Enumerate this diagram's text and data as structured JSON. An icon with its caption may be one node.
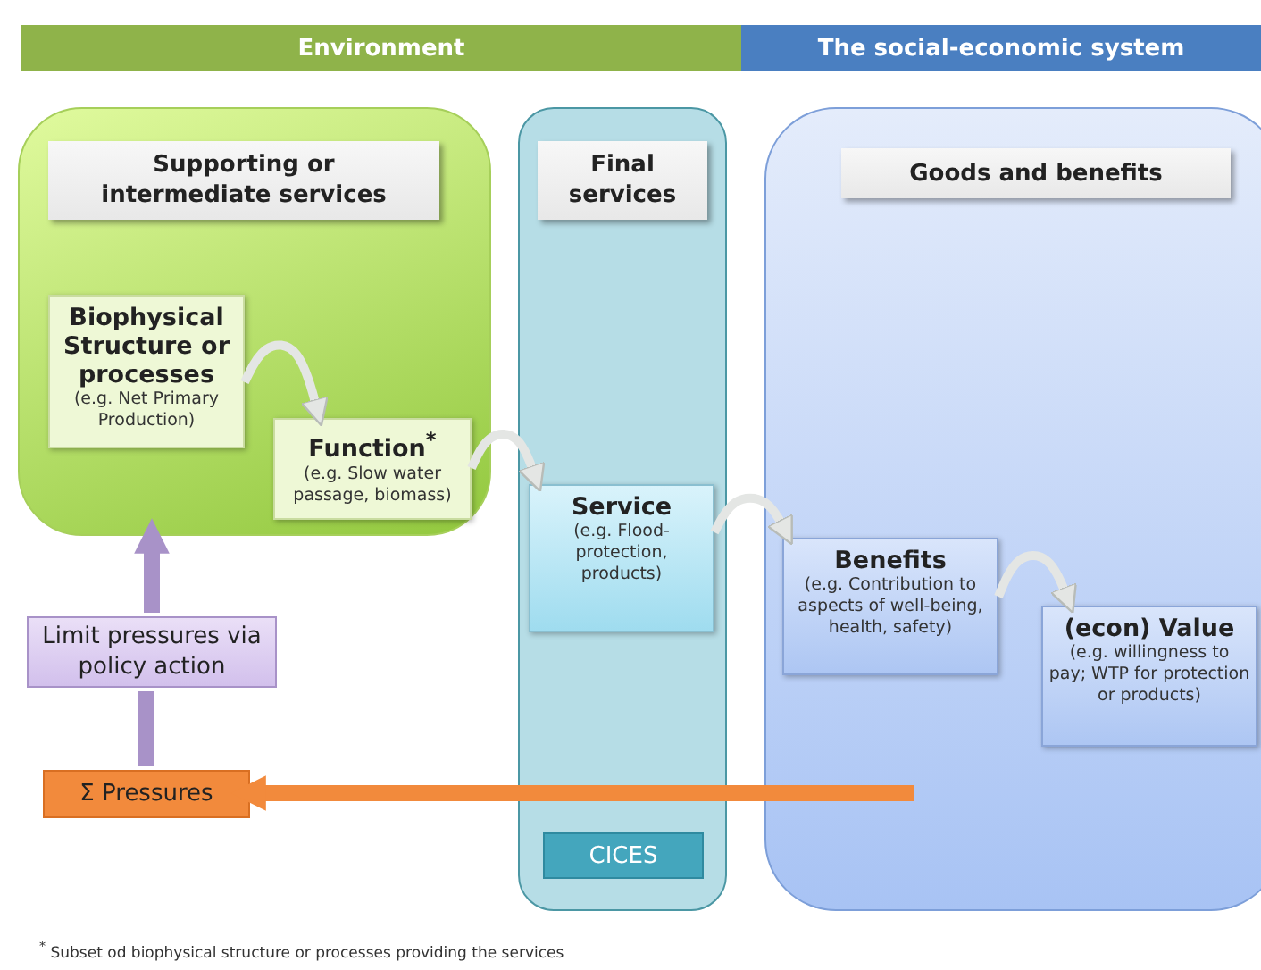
{
  "diagram": {
    "nodes": [
      {
        "text": [
          "Environment"
        ]
      },
      {
        "text": [
          "The social-economic system"
        ]
      },
      {
        "text": [
          "Supporting or intermediate services"
        ]
      },
      {
        "text": [
          "Biophysical Structure or processes",
          "(e.g. Net Primary Production)"
        ],
        "in": 2
      },
      {
        "text": [
          "Function$^{*}$",
          "(e.g. Slow water passage, biomass)"
        ],
        "in": 2
      },
      {
        "text": [
          "Final services"
        ]
      },
      {
        "text": [
          "Service",
          "(e.g. Flood-protection, products)"
        ],
        "in": 5
      },
      {
        "text": [
          "CICES"
        ],
        "in": 5
      },
      {
        "text": [
          "Goods and benefits"
        ]
      },
      {
        "text": [
          "Benefits",
          "(e.g. Contribution to aspects of well-being, health, safety)"
        ],
        "in": 8
      },
      {
        "text": [
          "(econ) Value",
          "(e.g. willingness to pay; WTP for protection or products)"
        ],
        "in": 8
      },
      {
        "text": [
          "Limit pressures via policy action"
        ]
      },
      {
        "text": [
          "Σ Pressures"
        ]
      }
    ],
    "edges": [
      {
        "from": 3,
        "to": 4,
        "arrow": "to"
      },
      {
        "from": 4,
        "to": 6,
        "arrow": "to"
      },
      {
        "from": 6,
        "to": 9,
        "arrow": "to"
      },
      {
        "from": 9,
        "to": 10,
        "arrow": "to"
      },
      {
        "from": 12,
        "to": 11,
        "arrow": "none",
        "style": "thick",
        "color": "#a892c8"
      },
      {
        "from": 11,
        "to": 2,
        "arrow": "to",
        "style": "thick",
        "color": "#a892c8"
      },
      {
        "from": null,
        "to": 12,
        "arrow": "to",
        "style": "thick",
        "color": "#f28a3c"
      }
    ],
    "labels": [
      "$^{*}$ Subset od biophysical structure or processes providing the services"
    ]
  }
}
